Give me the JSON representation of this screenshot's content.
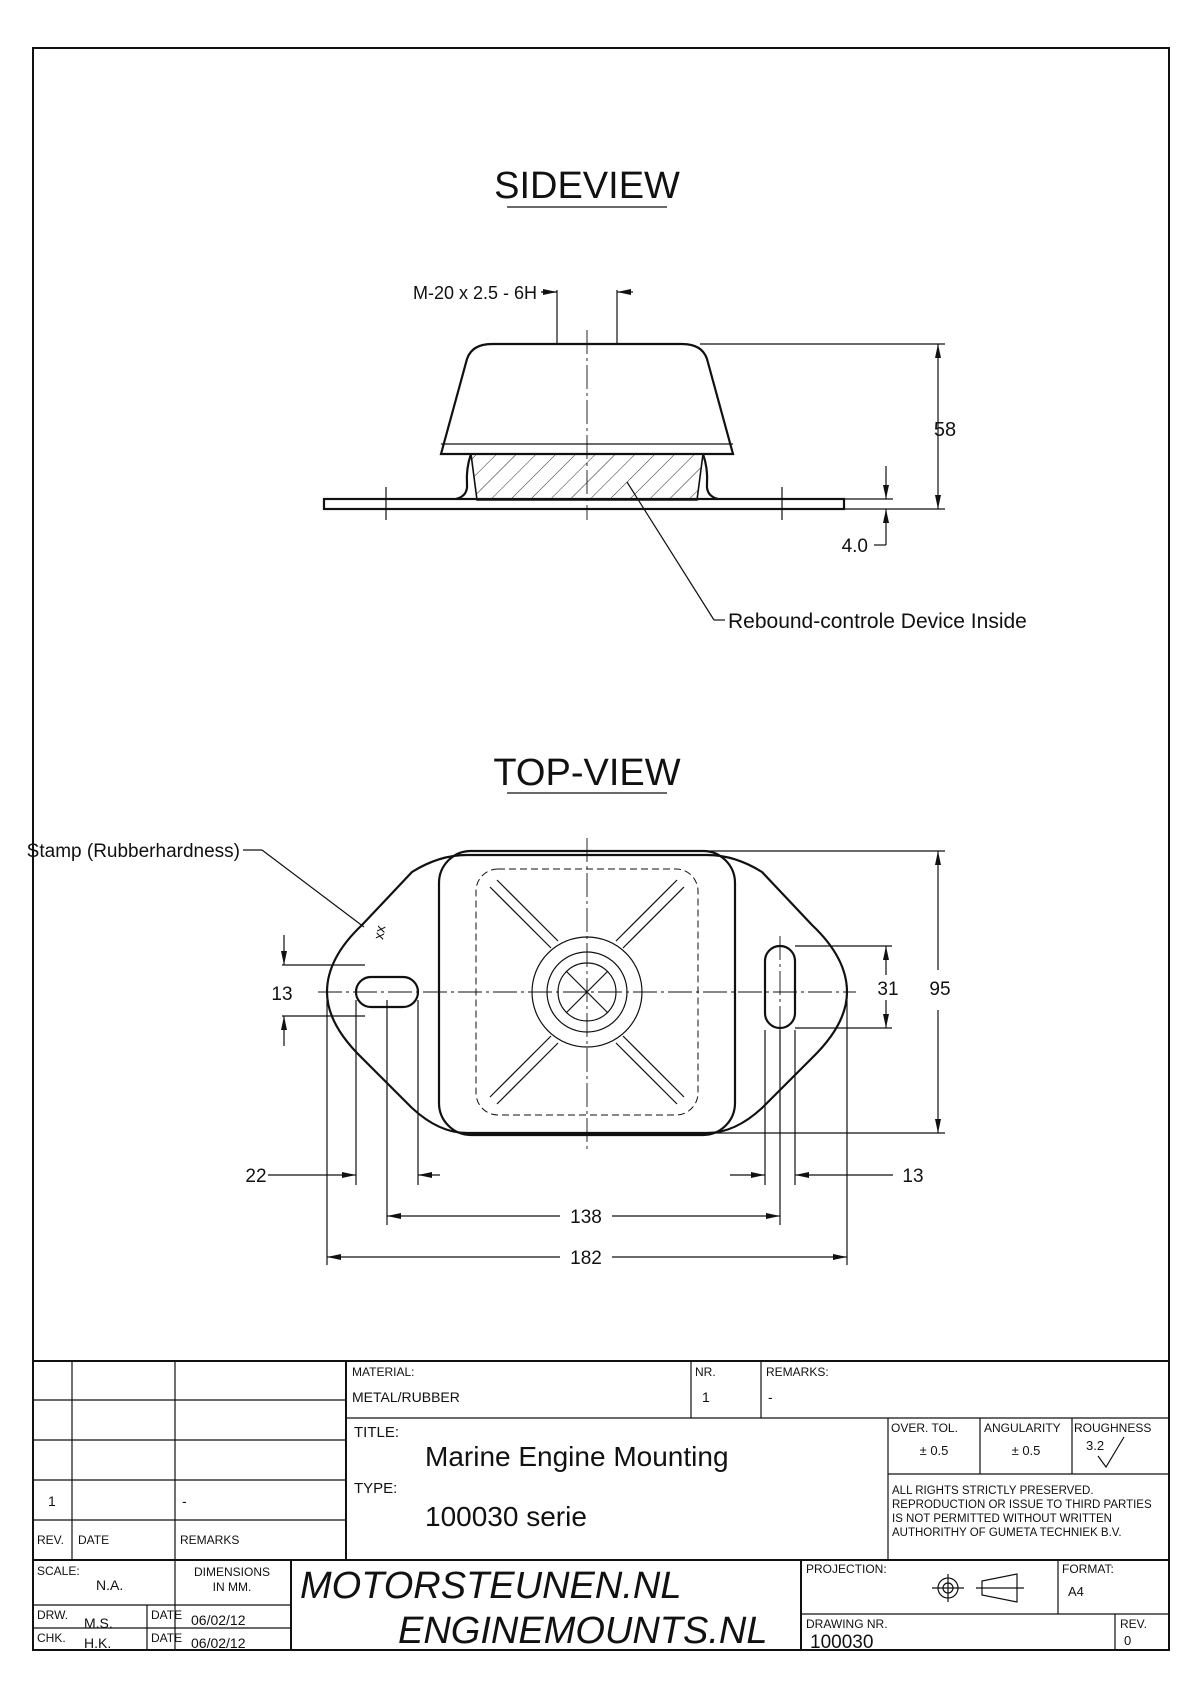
{
  "views": {
    "side": {
      "title": "SIDEVIEW",
      "thread_label": "M-20 x 2.5 - 6H",
      "height_label": "58",
      "thickness_label": "4.0",
      "callout_label": "Rebound-controle Device Inside"
    },
    "top": {
      "title": "TOP-VIEW",
      "stamp_label": "Stamp (Rubberhardness)",
      "stamp_mark": "xx",
      "dims": {
        "slot_width": "13",
        "slot_length": "31",
        "height": "95",
        "left_offset": "22",
        "right_offset": "13",
        "hole_spacing": "138",
        "overall_length": "182"
      }
    }
  },
  "title_block": {
    "material_label": "MATERIAL:",
    "material_value": "METAL/RUBBER",
    "nr_label": "NR.",
    "nr_value": "1",
    "remarks_label": "REMARKS:",
    "remarks_value": "-",
    "title_label": "TITLE:",
    "title_value": "Marine Engine Mounting",
    "type_label": "TYPE:",
    "type_value": "100030 serie",
    "tol_label": "OVER. TOL.",
    "tol_value": "± 0.5",
    "angularity_label": "ANGULARITY",
    "angularity_value": "± 0.5",
    "roughness_label": "ROUGHNESS",
    "roughness_value": "3.2",
    "rights_lines": [
      "ALL RIGHTS STRICTLY PRESERVED.",
      "REPRODUCTION OR ISSUE TO THIRD PARTIES",
      "IS NOT PERMITTED WITHOUT WRITTEN",
      "AUTHORITHY OF GUMETA TECHNIEK B.V."
    ],
    "revision": {
      "rev": "1",
      "remarks": "-"
    },
    "rev_header": "REV.",
    "date_header": "DATE",
    "remarks_header": "REMARKS",
    "scale_label": "SCALE:",
    "scale_value": "N.A.",
    "dimensions_line1": "DIMENSIONS",
    "dimensions_line2": "IN MM.",
    "drw_label": "DRW.",
    "drw_value": "M.S.",
    "chk_label": "CHK.",
    "chk_value": "H.K.",
    "date_label": "DATE",
    "drw_date": "06/02/12",
    "chk_date": "06/02/12",
    "brand_line1": "MOTORSTEUNEN.NL",
    "brand_line2": "ENGINEMOUNTS.NL",
    "projection_label": "PROJECTION:",
    "format_label": "FORMAT:",
    "format_value": "A4",
    "drawing_nr_label": "DRAWING NR.",
    "drawing_nr_value": "100030",
    "rev_label": "REV.",
    "rev_value": "0"
  }
}
